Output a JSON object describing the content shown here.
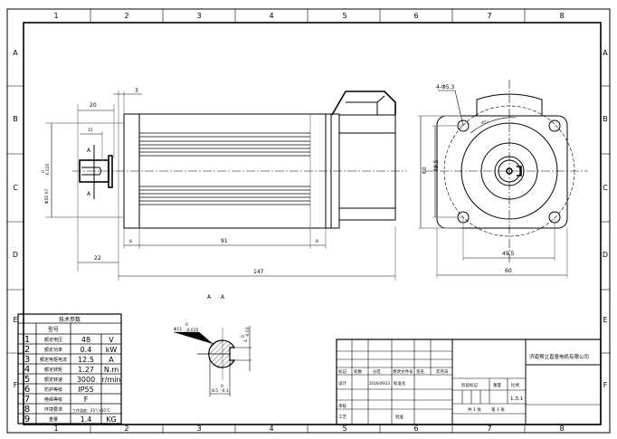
{
  "grid": {
    "columns": [
      "1",
      "2",
      "3",
      "4",
      "5",
      "6",
      "7",
      "8"
    ],
    "rows": [
      "A",
      "B",
      "C",
      "D",
      "E",
      "F"
    ]
  },
  "dimensions": {
    "side": {
      "d3": "3",
      "d20": "20",
      "d15": "15",
      "shaft_dia": "Φ50 h7",
      "tol_upper": "0",
      "tol_lower": "-0.025",
      "d22": "22",
      "d8a": "8",
      "d91": "91",
      "d8b": "8",
      "d147": "147",
      "sec_a_top": "A",
      "sec_a_bottom": "A"
    },
    "front": {
      "holes": "4-Φ5.3",
      "angle": "45°",
      "v60": "60",
      "v49_5": "49.5",
      "h49_5": "49.5",
      "h60": "60"
    },
    "section": {
      "title_a1": "A",
      "title_a2": "A",
      "shaft": "Φ11",
      "shaft_tol": "-0.015",
      "shaft_tol_up": "0",
      "key": "4",
      "key_tol": "-0.03",
      "key_tol_up": "0",
      "flat": "8.5",
      "flat_tol": "-0.1",
      "flat_tol_up": "0"
    }
  },
  "spec_table": {
    "title": "技术参数",
    "model_label": "型号",
    "rows": [
      {
        "no": "1",
        "name": "额定电压",
        "value": "48",
        "unit": "V"
      },
      {
        "no": "2",
        "name": "额定功率",
        "value": "0.4",
        "unit": "kW"
      },
      {
        "no": "3",
        "name": "额定电枢电流",
        "value": "12.5",
        "unit": "A"
      },
      {
        "no": "4",
        "name": "额定转矩",
        "value": "1.27",
        "unit": "N.m"
      },
      {
        "no": "5",
        "name": "额定转速",
        "value": "3000",
        "unit": "r/min"
      },
      {
        "no": "6",
        "name": "防护等级",
        "value": "IP55",
        "unit": ""
      },
      {
        "no": "7",
        "name": "绝缘等级",
        "value": "F",
        "unit": ""
      },
      {
        "no": "8",
        "name": "环境要求",
        "value": "工作温度: -25°/+50°C",
        "unit": ""
      },
      {
        "no": "9",
        "name": "重量",
        "value": "1.4",
        "unit": "KG"
      }
    ]
  },
  "title_block": {
    "company": "济南预立直驱电机有限公司",
    "headers": [
      "标记",
      "处数",
      "分区",
      "更改文件号",
      "签名",
      "年月日"
    ],
    "design": "设计",
    "date": "2016/09/23",
    "standardize": "标准化",
    "review": "审核",
    "process": "工艺",
    "approve": "批准",
    "stage": "阶段标记",
    "weight": "重量",
    "scale": "比例",
    "scale_value": "1.3:1",
    "sheets_total": "共 1 张",
    "sheet_no": "第 1 张"
  }
}
